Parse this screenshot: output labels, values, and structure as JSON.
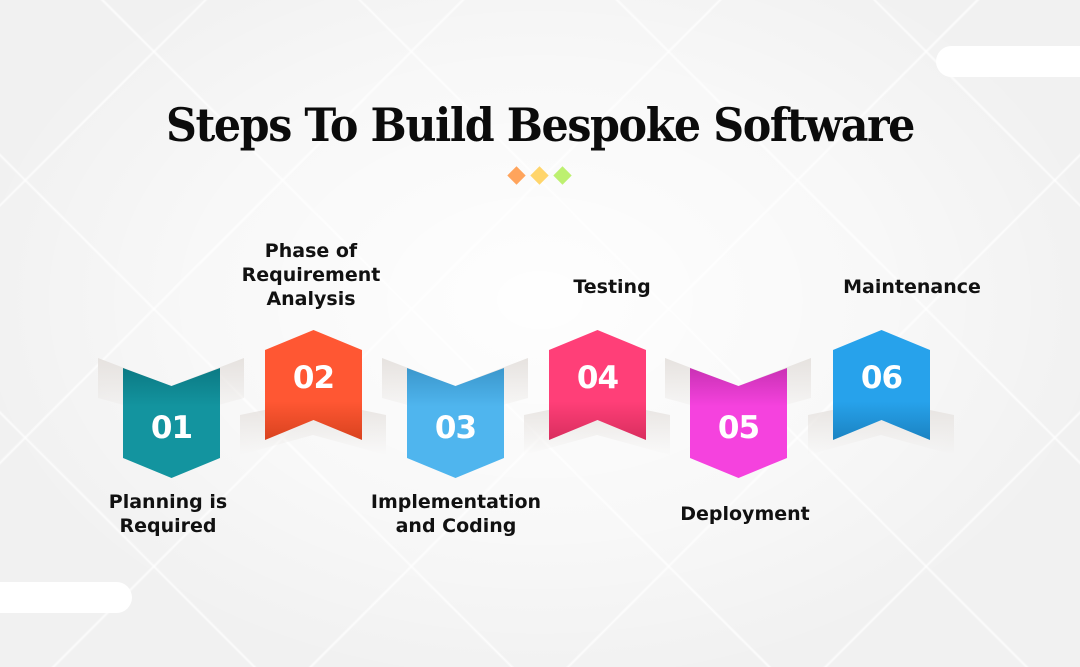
{
  "title": "Steps To Build Bespoke Software",
  "decor_diamonds": [
    {
      "color": "#FFA45C"
    },
    {
      "color": "#FFD56B"
    },
    {
      "color": "#BDF070"
    }
  ],
  "steps": [
    {
      "number": "01",
      "label_line1": "Planning is",
      "label_line2": "Required",
      "color": "#13949F",
      "shade": "#0C7A84",
      "orientation": "down",
      "label_position": "below"
    },
    {
      "number": "02",
      "label_line1": "Phase of",
      "label_line2": "Requirement",
      "label_line3": "Analysis",
      "color": "#FF5733",
      "shade": "#D9431F",
      "orientation": "up",
      "label_position": "above"
    },
    {
      "number": "03",
      "label_line1": "Implementation",
      "label_line2": "and Coding",
      "color": "#4FB5EE",
      "shade": "#3B97CC",
      "orientation": "down",
      "label_position": "below"
    },
    {
      "number": "04",
      "label_line1": "Testing",
      "color": "#FF3F78",
      "shade": "#D92E5E",
      "orientation": "up",
      "label_position": "above"
    },
    {
      "number": "05",
      "label_line1": "Deployment",
      "color": "#F542DE",
      "shade": "#C931B4",
      "orientation": "down",
      "label_position": "below"
    },
    {
      "number": "06",
      "label_line1": "Maintenance",
      "color": "#27A2EB",
      "shade": "#1B83C2",
      "orientation": "up",
      "label_position": "above"
    }
  ]
}
